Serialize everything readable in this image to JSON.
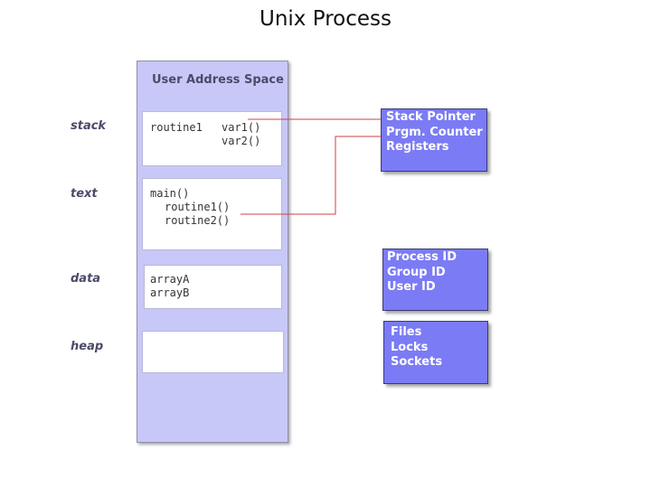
{
  "title": "Unix Process",
  "address_space": {
    "title": "User Address Space",
    "segments": {
      "stack": {
        "label": "stack",
        "lines": [
          "routine1",
          "var1()",
          "var2()"
        ]
      },
      "text": {
        "label": "text",
        "lines": [
          "main()",
          "routine1()",
          "routine2()"
        ]
      },
      "data": {
        "label": "data",
        "lines": [
          "arrayA",
          "arrayB"
        ]
      },
      "heap": {
        "label": "heap"
      }
    }
  },
  "boxes": {
    "registers": [
      "Stack Pointer",
      "Prgm. Counter",
      "Registers"
    ],
    "ids": [
      "Process ID",
      "Group ID",
      "User ID"
    ],
    "resources": [
      "Files",
      "Locks",
      "Sockets"
    ]
  },
  "colors": {
    "address_space_fill": "#c8c8f8",
    "box_fill": "#7b7bf5",
    "connector": "#d04040"
  }
}
